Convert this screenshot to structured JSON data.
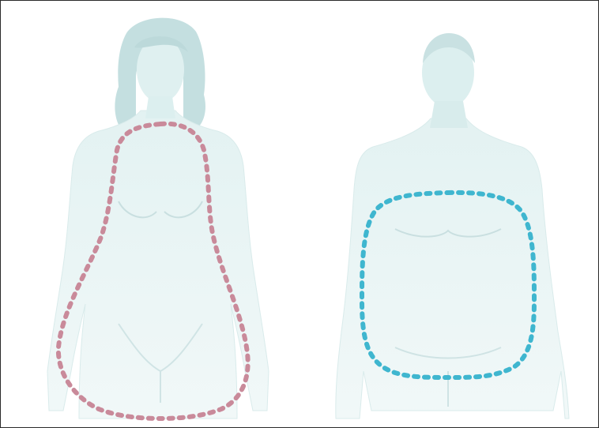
{
  "figure": {
    "panels": [
      {
        "id": "female",
        "icon": "female-body-silhouette-icon",
        "fat_pattern": "pear",
        "outline_color": "#c98a9a"
      },
      {
        "id": "male",
        "icon": "male-body-silhouette-icon",
        "fat_pattern": "apple",
        "outline_color": "#3fb6cf"
      }
    ],
    "colors": {
      "background": "#ffffff",
      "frame": "#2b2b2b",
      "body_fill": "#e6f4f4",
      "body_shadow": "#cfe6e7",
      "hair": "#bcd9da",
      "detail_lines": "#c9dfe0"
    }
  }
}
